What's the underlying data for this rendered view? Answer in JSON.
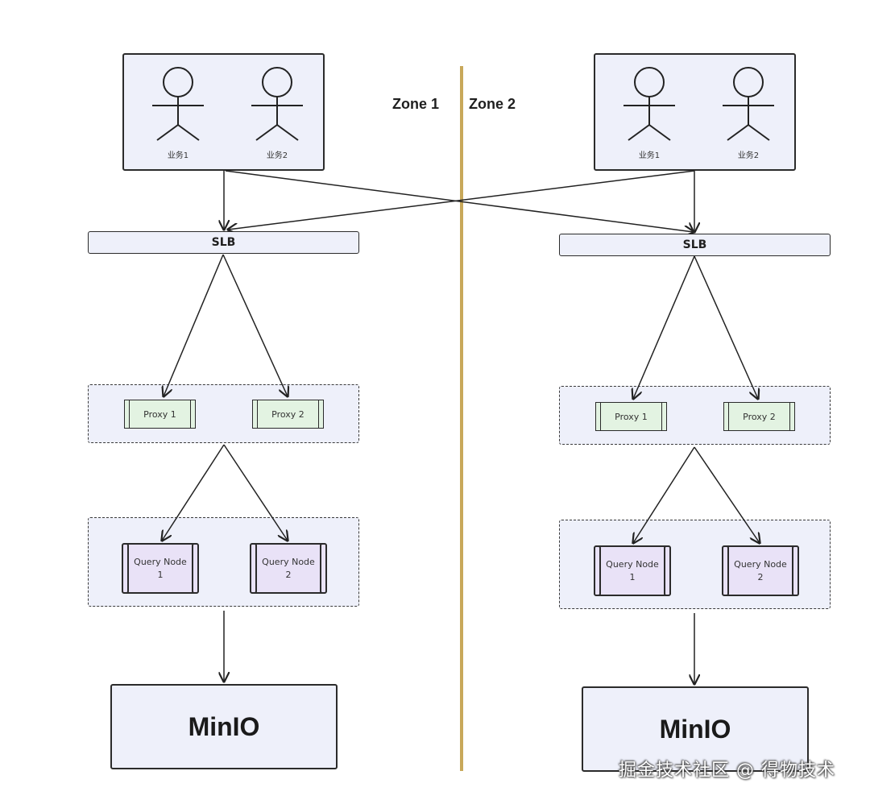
{
  "zones": {
    "left_label": "Zone 1",
    "right_label": "Zone 2",
    "divider_color": "#c8a85a"
  },
  "zone1": {
    "actors": [
      "业务1",
      "业务2"
    ],
    "slb": "SLB",
    "proxies": [
      "Proxy 1",
      "Proxy 2"
    ],
    "query_nodes": [
      "Query Node\n1",
      "Query Node\n2"
    ],
    "storage": "MinIO"
  },
  "zone2": {
    "actors": [
      "业务1",
      "业务2"
    ],
    "slb": "SLB",
    "proxies": [
      "Proxy 1",
      "Proxy 2"
    ],
    "query_nodes": [
      "Query Node\n1",
      "Query Node\n2"
    ],
    "storage": "MinIO"
  },
  "colors": {
    "panel_fill": "#eef0fa",
    "proxy_fill": "#e3f3e2",
    "query_node_fill": "#e9e2f7"
  },
  "watermark": "掘金技术社区 @ 得物技术"
}
